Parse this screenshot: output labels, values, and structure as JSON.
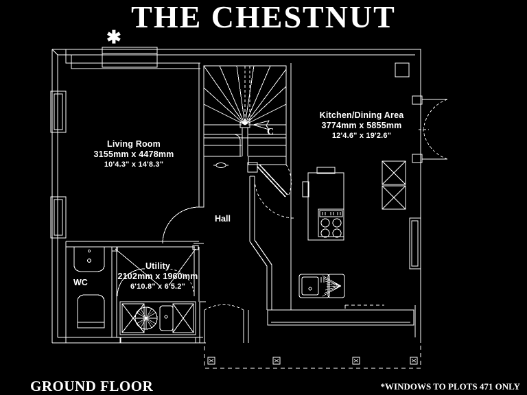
{
  "header": {
    "title": "THE CHESTNUT",
    "asterisk": "✱"
  },
  "footer": {
    "floor_label": "GROUND FLOOR",
    "windows_note": "*WINDOWS TO PLOTS  471 ONLY"
  },
  "plan": {
    "type": "floor-plan",
    "stroke_color": "#ffffff",
    "background_color": "#000000",
    "rooms": [
      {
        "id": "living-room",
        "name": "Living Room",
        "dim_mm": "3155mm x 4478mm",
        "dim_ft": "10'4.3\" x 14'8.3\""
      },
      {
        "id": "kitchen-dining-area",
        "name": "Kitchen/Dining Area",
        "dim_mm": "3774mm x 5855mm",
        "dim_ft": "12'4.6\" x 19'2.6\""
      },
      {
        "id": "utility",
        "name": "Utility",
        "dim_mm": "2102mm x 1960mm",
        "dim_ft": "6'10.8\" x 6'5.2\""
      },
      {
        "id": "hall",
        "name": "Hall",
        "dim_mm": "",
        "dim_ft": ""
      },
      {
        "id": "wc",
        "name": "WC",
        "dim_mm": "",
        "dim_ft": ""
      }
    ],
    "annotations": [
      {
        "id": "cupboard",
        "label": "C"
      }
    ],
    "features": [
      "staircase-winder",
      "kitchen-island-with-hob",
      "wall-cabinets",
      "sink-with-drainer",
      "french-doors",
      "wc-toilet",
      "wc-basin",
      "utility-appliances",
      "patio-outline-dashed",
      "windows"
    ]
  }
}
